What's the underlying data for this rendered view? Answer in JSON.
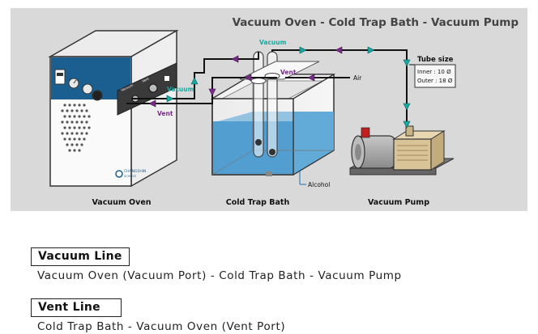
{
  "diagram": {
    "title": "Vacuum Oven - Cold Trap Bath - Vacuum Pump",
    "labels": {
      "vacuum_oven": "Vacuum Oven",
      "cold_trap_bath": "Cold Trap Bath",
      "vacuum_pump": "Vacuum Pump",
      "vacuum_top": "Vacuum",
      "vacuum_left": "Vacuum",
      "vent_mid": "Vent",
      "vent_left": "Vent",
      "air": "Air",
      "alcohol": "Alcohol",
      "oven_brand": "CHANGSHIN",
      "oven_brand_sub": "SCIENCE",
      "port_label_1": "Vacuum",
      "port_label_2": "Vent"
    },
    "tube_size": {
      "title": "Tube size",
      "inner": "Inner : 10 Ø",
      "outer": "Outer : 18 Ø"
    },
    "colors": {
      "background": "#d9d9d9",
      "vacuum_line": "#17a8a0",
      "vent_line": "#7a2a8a",
      "water": "#5aa5d6"
    }
  },
  "sections": [
    {
      "title": "Vacuum Line",
      "description": "Vacuum Oven (Vacuum Port) - Cold Trap Bath - Vacuum Pump"
    },
    {
      "title": "Vent Line",
      "description": "Cold Trap Bath - Vacuum Oven (Vent Port)"
    }
  ]
}
